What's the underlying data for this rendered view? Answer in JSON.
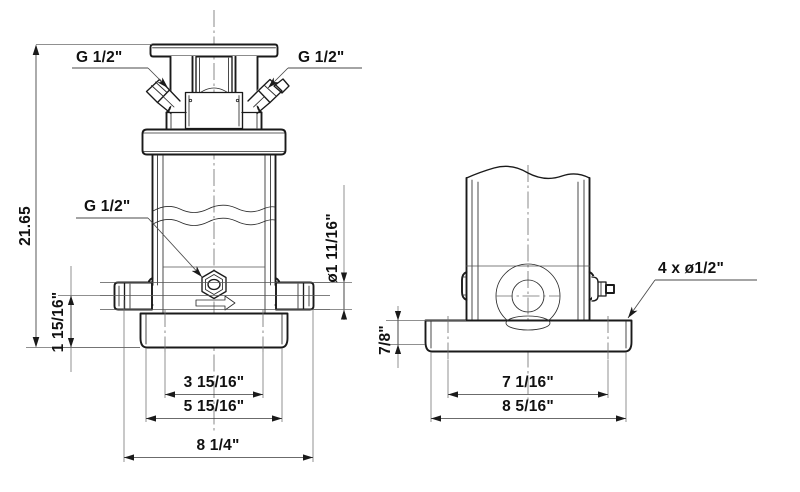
{
  "drawing": {
    "title": "Vertical multistage pump dimensional drawing",
    "views": [
      {
        "name": "front-view",
        "label": "front"
      },
      {
        "name": "side-view",
        "label": "side"
      }
    ],
    "line_color": "#1a1a1a",
    "background_color": "#ffffff"
  },
  "annotations": {
    "port_top_left": "G 1/2\"",
    "port_top_right": "G 1/2\"",
    "port_mid_left": "G 1/2\"",
    "base_holes": "4 x ø1/2\""
  },
  "dimensions": {
    "overall_height": "21.65",
    "port_centerline_height": "1 15/16\"",
    "shaft_diameter": "ø1 11/16\"",
    "base_plate_thickness": "7/8\"",
    "bolt_spacing_front": "3 15/16\"",
    "port_to_port": "5 15/16\"",
    "base_width_front": "8 1/4\"",
    "bolt_spacing_side": "7 1/16\"",
    "base_width_side": "8 5/16\""
  }
}
